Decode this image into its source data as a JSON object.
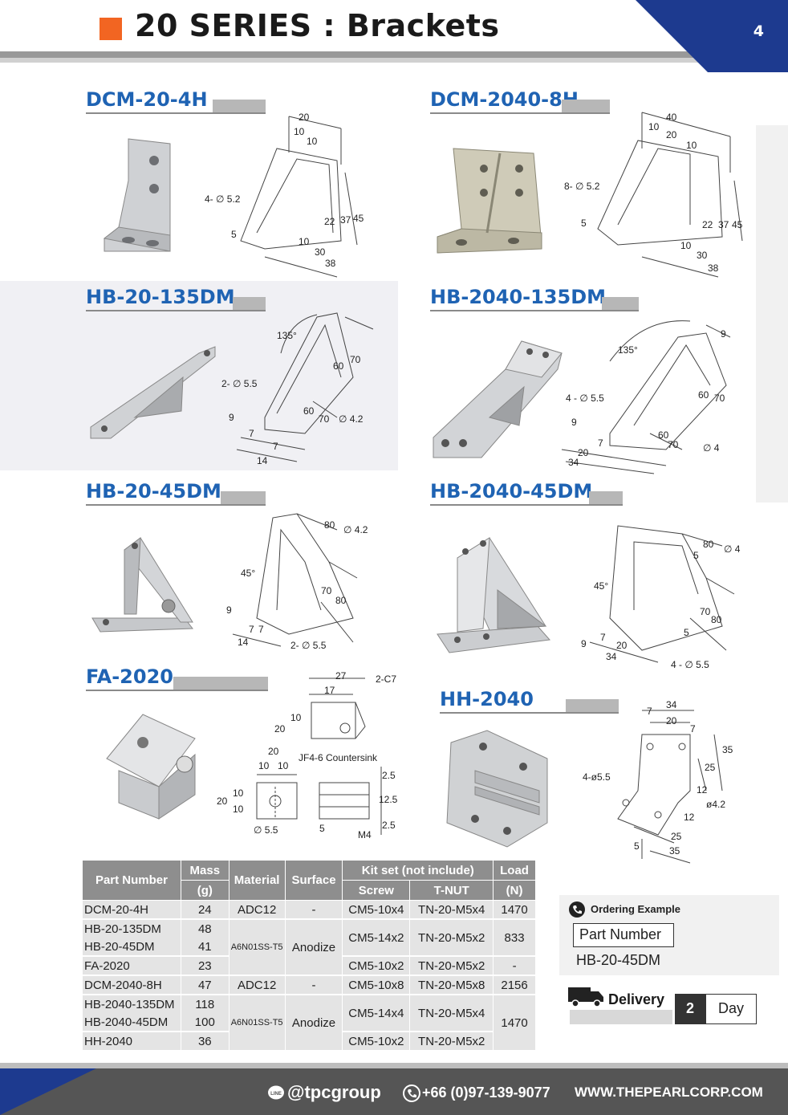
{
  "header": {
    "title": "20 SERIES : Brackets",
    "page_number": "4"
  },
  "products": [
    {
      "code": "DCM-20-4H",
      "dims": [
        "20",
        "10",
        "10",
        "4- ∅ 5.2",
        "5",
        "22",
        "37",
        "45",
        "10",
        "30",
        "38"
      ]
    },
    {
      "code": "DCM-2040-8H",
      "dims": [
        "40",
        "10",
        "20",
        "10",
        "8- ∅ 5.2",
        "5",
        "22",
        "37",
        "45",
        "10",
        "30",
        "38"
      ]
    },
    {
      "code": "HB-20-135DM",
      "dims": [
        "135°",
        "2- ∅ 5.5",
        "60",
        "70",
        "9",
        "7",
        "7",
        "14",
        "60",
        "70",
        "∅ 4.2"
      ]
    },
    {
      "code": "HB-2040-135DM",
      "dims": [
        "135°",
        "9",
        "4 - ∅ 5.5",
        "60",
        "70",
        "9",
        "7",
        "20",
        "34",
        "60",
        "70",
        "∅ 4"
      ]
    },
    {
      "code": "HB-20-45DM",
      "dims": [
        "80",
        "∅ 4.2",
        "45°",
        "70",
        "80",
        "9",
        "7",
        "7",
        "14",
        "2- ∅ 5.5"
      ]
    },
    {
      "code": "HB-2040-45DM",
      "dims": [
        "80",
        "∅ 4",
        "5",
        "45°",
        "70",
        "80",
        "5",
        "9",
        "7",
        "20",
        "34",
        "4 - ∅ 5.5"
      ]
    },
    {
      "code": "FA-2020",
      "dims": [
        "27",
        "17",
        "2-C7",
        "10",
        "20",
        "JF4-6 Countersink",
        "20",
        "10",
        "10",
        "2.5",
        "12.5",
        "2.5",
        "20",
        "10",
        "10",
        "∅ 5.5",
        "5",
        "M4"
      ]
    },
    {
      "code": "HH-2040",
      "dims": [
        "34",
        "7",
        "20",
        "7",
        "35",
        "25",
        "12",
        "4-ø5.5",
        "ø4.2",
        "12",
        "25",
        "35",
        "5"
      ]
    }
  ],
  "table": {
    "headers": {
      "part_number": "Part Number",
      "mass": "Mass",
      "mass_unit": "(g)",
      "material": "Material",
      "surface": "Surface",
      "kit": "Kit set (not include)",
      "screw": "Screw",
      "tnut": "T-NUT",
      "load": "Load",
      "load_unit": "(N)"
    },
    "rows": [
      {
        "pn": "DCM-20-4H",
        "mass": "24",
        "material": "ADC12",
        "surface": "-",
        "screw": "CM5-10x4",
        "tnut": "TN-20-M5x4",
        "load": "1470"
      },
      {
        "pn": "HB-20-135DM",
        "mass": "48",
        "material": "A6N01SS-T5",
        "surface": "Anodize",
        "screw": "CM5-14x2",
        "tnut": "TN-20-M5x2",
        "load": "833"
      },
      {
        "pn": "HB-20-45DM",
        "mass": "41"
      },
      {
        "pn": "FA-2020",
        "mass": "23",
        "screw": "CM5-10x2",
        "tnut": "TN-20-M5x2",
        "load": "-"
      },
      {
        "pn": "DCM-2040-8H",
        "mass": "47",
        "material": "ADC12",
        "surface": "-",
        "screw": "CM5-10x8",
        "tnut": "TN-20-M5x8",
        "load": "2156"
      },
      {
        "pn": "HB-2040-135DM",
        "mass": "118",
        "material": "A6N01SS-T5",
        "surface": "Anodize",
        "screw": "CM5-14x4",
        "tnut": "TN-20-M5x4",
        "load": "1470"
      },
      {
        "pn": "HB-2040-45DM",
        "mass": "100"
      },
      {
        "pn": "HH-2040",
        "mass": "36",
        "screw": "CM5-10x2",
        "tnut": "TN-20-M5x2"
      }
    ]
  },
  "ordering": {
    "label": "Ordering  Example",
    "field": "Part Number",
    "example": "HB-20-45DM"
  },
  "delivery": {
    "label": "Delivery",
    "count": "2",
    "unit": "Day"
  },
  "footer": {
    "line": "@tpcgroup",
    "line_badge": "LINE",
    "phone": "+66 (0)97-139-9077",
    "web": "WWW.THEPEARLCORP.COM"
  },
  "colors": {
    "accent_orange": "#f26522",
    "title_blue": "#1f63b3",
    "navy": "#1d3a8f",
    "table_header": "#8e8e8e"
  }
}
